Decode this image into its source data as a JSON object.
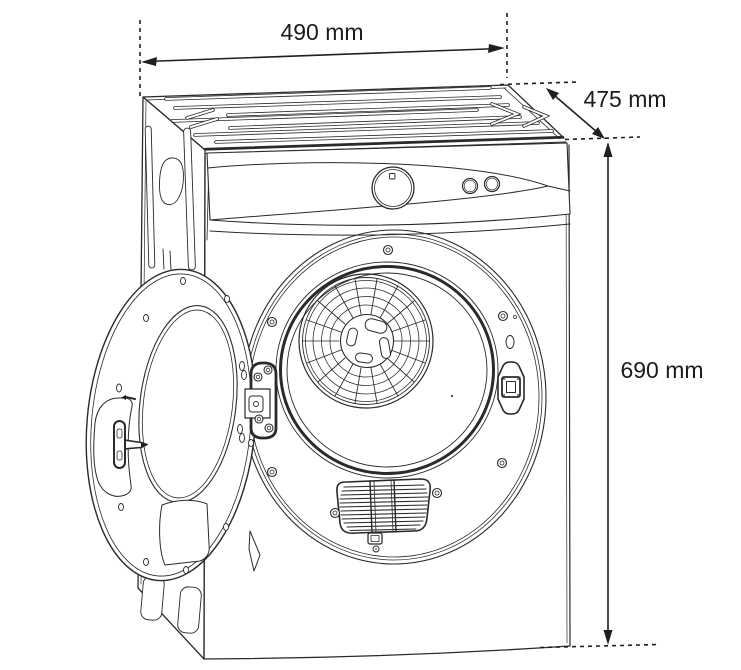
{
  "page": {
    "background_color": "#ffffff"
  },
  "diagram": {
    "subject": "Front-loading tumble dryer, black-and-white isometric technical line drawing with the porthole door open",
    "line_color": "#2a2a2a",
    "text_color": "#1b1b1b",
    "dimensions": {
      "width": {
        "label": "490 mm",
        "position": "top, horizontal double-headed arrow"
      },
      "depth": {
        "label": "475 mm",
        "position": "top-right, diagonal double-headed arrow"
      },
      "height": {
        "label": "690 mm",
        "position": "right, vertical double-headed arrow"
      }
    },
    "parts": [
      "top-panel-ribs",
      "left-side-panel",
      "control-panel",
      "program-knob",
      "control-buttons",
      "door-ring",
      "drum-opening",
      "drum-back-grille",
      "lint-filter",
      "door-latch-keeper",
      "open-door",
      "door-window",
      "door-handle",
      "door-hinge",
      "panel-screws"
    ]
  }
}
